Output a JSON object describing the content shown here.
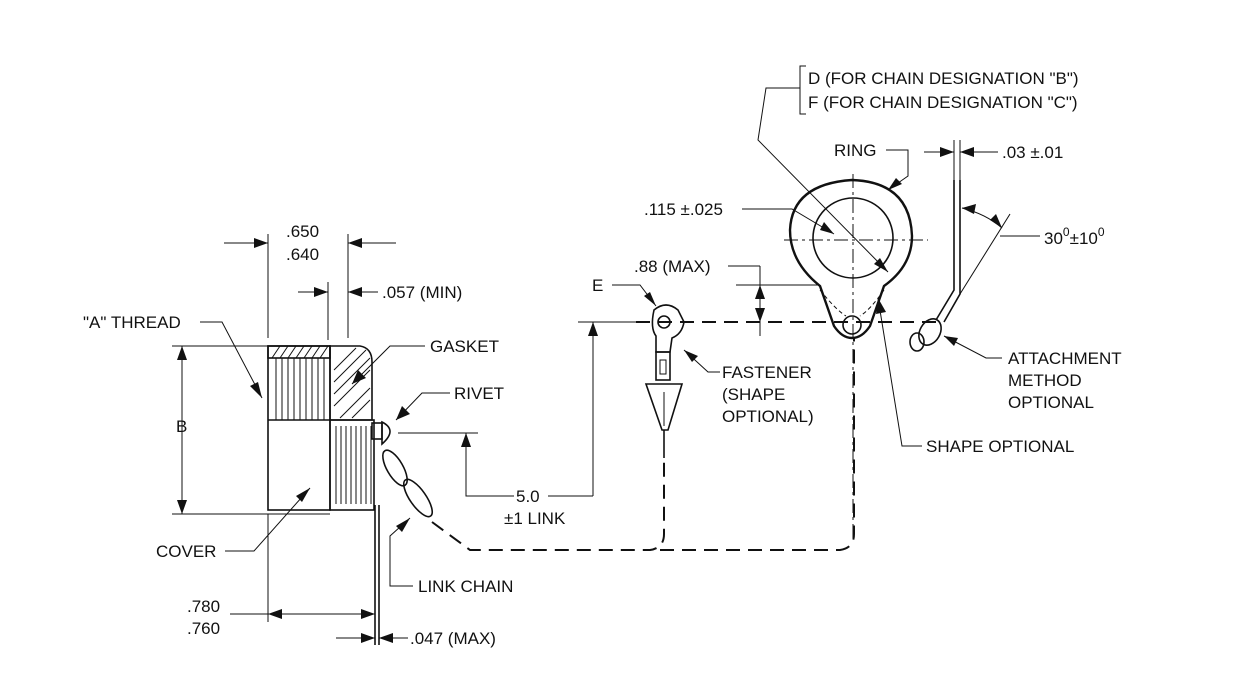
{
  "labels": {
    "dim_650": ".650",
    "dim_640": ".640",
    "dim_057": ".057 (MIN)",
    "a_thread": "\"A\" THREAD",
    "gasket": "GASKET",
    "rivet": "RIVET",
    "b": "B",
    "cover": "COVER",
    "link_chain": "LINK CHAIN",
    "dim_780": ".780",
    "dim_760": ".760",
    "dim_047": ".047 (MAX)",
    "dim_5_0": "5.0",
    "link": "±1 LINK",
    "e": "E",
    "dim_88": ".88 (MAX)",
    "fastener_1": "FASTENER",
    "fastener_2": "(SHAPE",
    "fastener_3": "OPTIONAL)",
    "dim_115": ".115 ±.025",
    "ring": "RING",
    "d_chain": "D  (FOR CHAIN DESIGNATION  \"B\")",
    "f_chain": "F  (FOR CHAIN DESIGNATION  \"C\")",
    "dim_03": ".03 ±.01",
    "angle": "30",
    "angle_sup": "0",
    "angle_tol": "±10",
    "angle_tol_sup": "0",
    "attach_1": "ATTACHMENT",
    "attach_2": "METHOD",
    "attach_3": "OPTIONAL",
    "shape_optional": "SHAPE OPTIONAL"
  }
}
